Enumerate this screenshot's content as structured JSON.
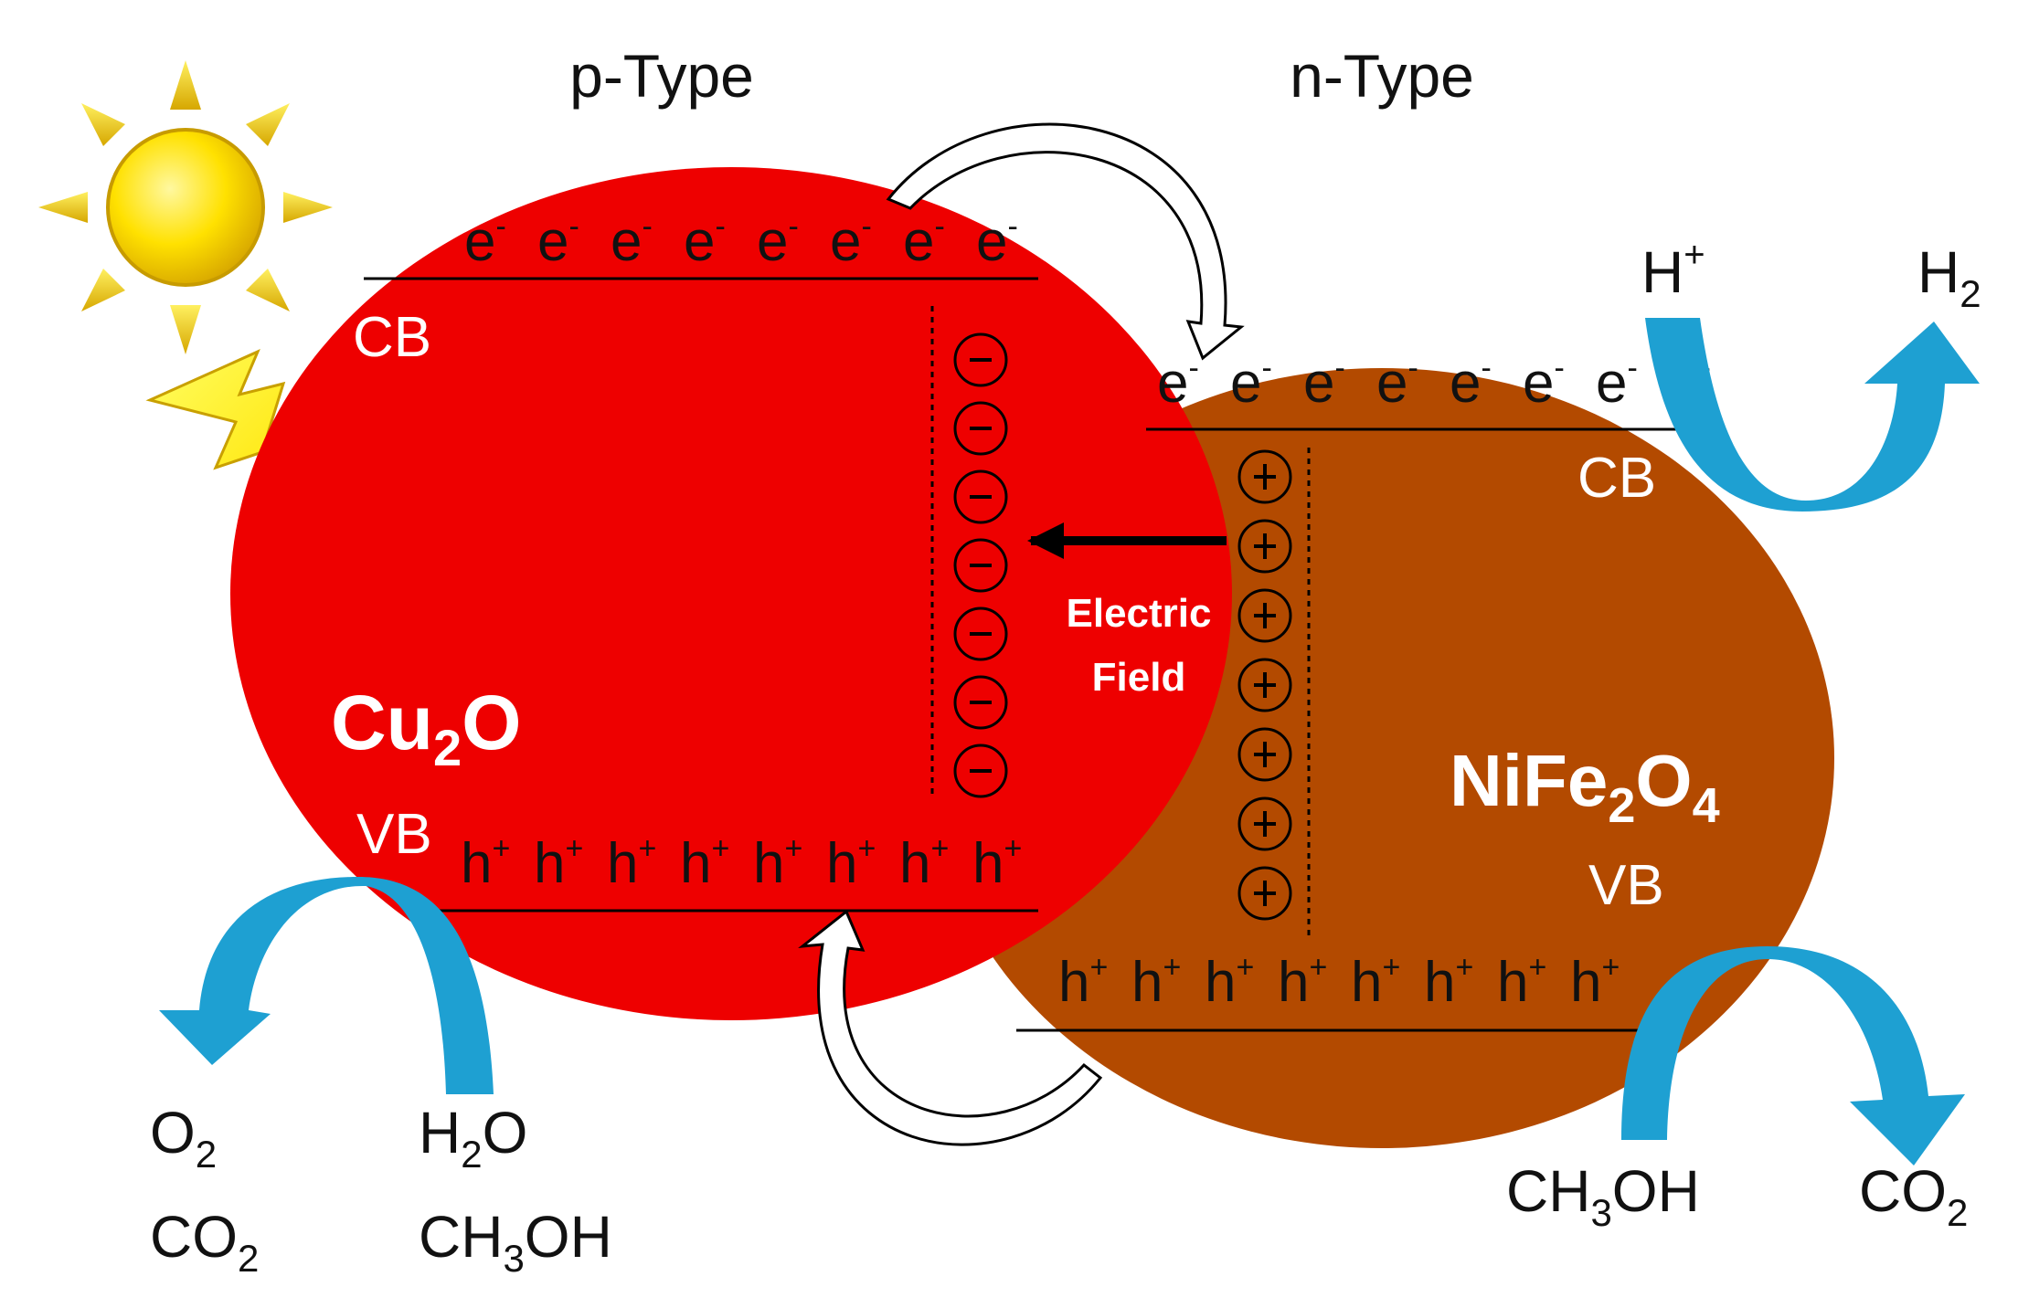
{
  "labels": {
    "p_type": "p-Type",
    "n_type": "n-Type",
    "electric_field_line1": "Electric",
    "electric_field_line2": "Field"
  },
  "cu2o": {
    "name": {
      "base": "Cu",
      "sub": "2",
      "rest": "O"
    },
    "cb_label": "CB",
    "vb_label": "VB",
    "electron_count": 8,
    "hole_count": 8,
    "charge_count": 7,
    "charge_symbol": "-",
    "color": "#ee0000"
  },
  "nife2o4": {
    "name": {
      "base": "NiFe",
      "sub1": "2",
      "mid": "O",
      "sub2": "4"
    },
    "cb_label": "CB",
    "vb_label": "VB",
    "electron_count": 8,
    "hole_count": 8,
    "charge_count": 7,
    "charge_symbol": "+",
    "color": "#b34a00"
  },
  "carriers": {
    "electron": {
      "base": "e",
      "sup": "-"
    },
    "hole": {
      "base": "h",
      "sup": "+"
    }
  },
  "reactions": {
    "reduction": {
      "reactant": {
        "base": "H",
        "sup": "+"
      },
      "product": {
        "base": "H",
        "sub": "2"
      }
    },
    "cu2o_oxidation": {
      "reactant_line1": {
        "base": "H",
        "sub": "2",
        "rest": "O"
      },
      "reactant_line2": {
        "base": "CH",
        "sub": "3",
        "rest": "OH"
      },
      "product_line1": {
        "base": "O",
        "sub": "2"
      },
      "product_line2": {
        "base": "CO",
        "sub": "2"
      }
    },
    "nife2o4_oxidation": {
      "reactant": {
        "base": "CH",
        "sub": "3",
        "rest": "OH"
      },
      "product": {
        "base": "CO",
        "sub": "2"
      }
    }
  },
  "colors": {
    "arrow_blue": "#1ea0d2",
    "sun_yellow": "#ffd700",
    "bolt_yellow": "#ffe800"
  },
  "icons": [
    "sun-icon",
    "lightning-bolt-icon",
    "electron-transfer-arrow",
    "hole-transfer-arrow",
    "electric-field-arrow"
  ]
}
